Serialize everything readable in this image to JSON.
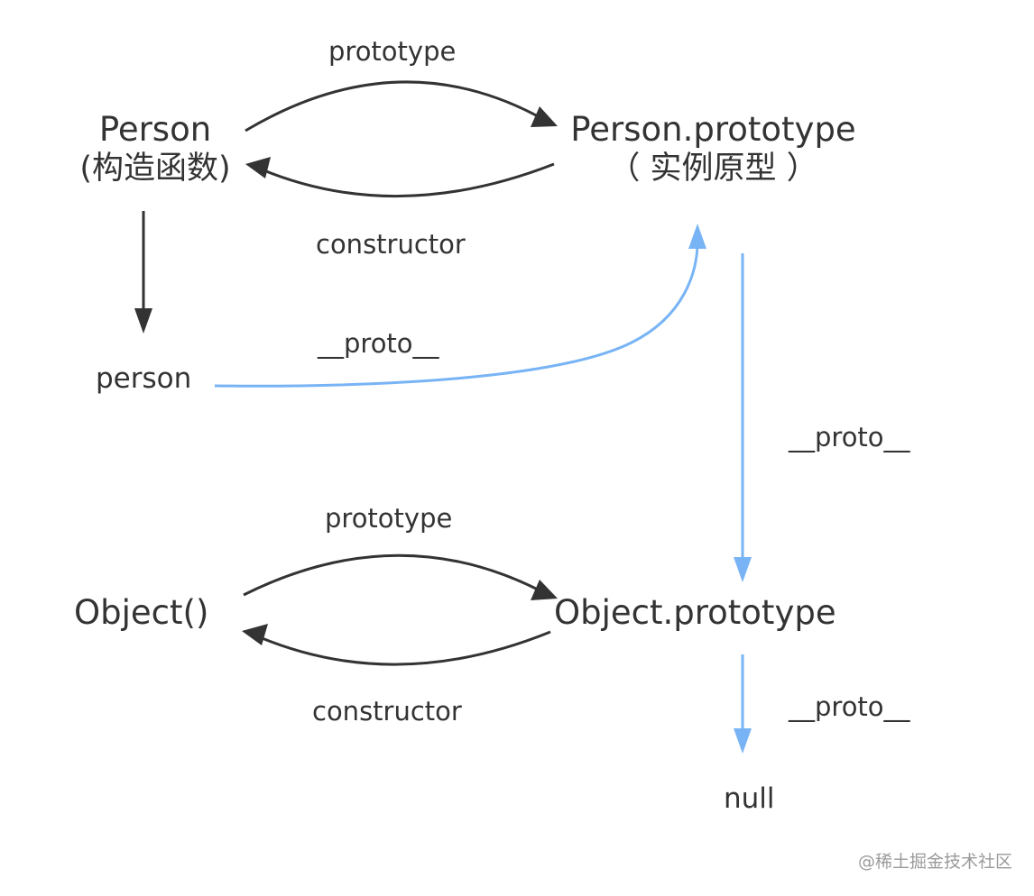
{
  "colors": {
    "black_arrow": "#333333",
    "proto_arrow": "#78b4f5",
    "text": "#333333",
    "watermark": "#9a9a9a"
  },
  "nodes": {
    "person_constructor": {
      "label": "Person",
      "sub": "(构造函数)"
    },
    "person_prototype": {
      "label": "Person.prototype",
      "sub": "（ 实例原型 ）"
    },
    "person_instance": {
      "label": "person"
    },
    "object_constructor": {
      "label": "Object()"
    },
    "object_prototype": {
      "label": "Object.prototype"
    },
    "null_node": {
      "label": "null"
    }
  },
  "edges": {
    "person_prototype_label": "prototype",
    "person_constructor_label": "constructor",
    "person_proto_label": "__proto__",
    "personproto_proto_label": "__proto__",
    "object_prototype_label": "prototype",
    "object_constructor_label": "constructor",
    "objectproto_proto_label": "__proto__"
  },
  "watermark": "@稀土掘金技术社区"
}
